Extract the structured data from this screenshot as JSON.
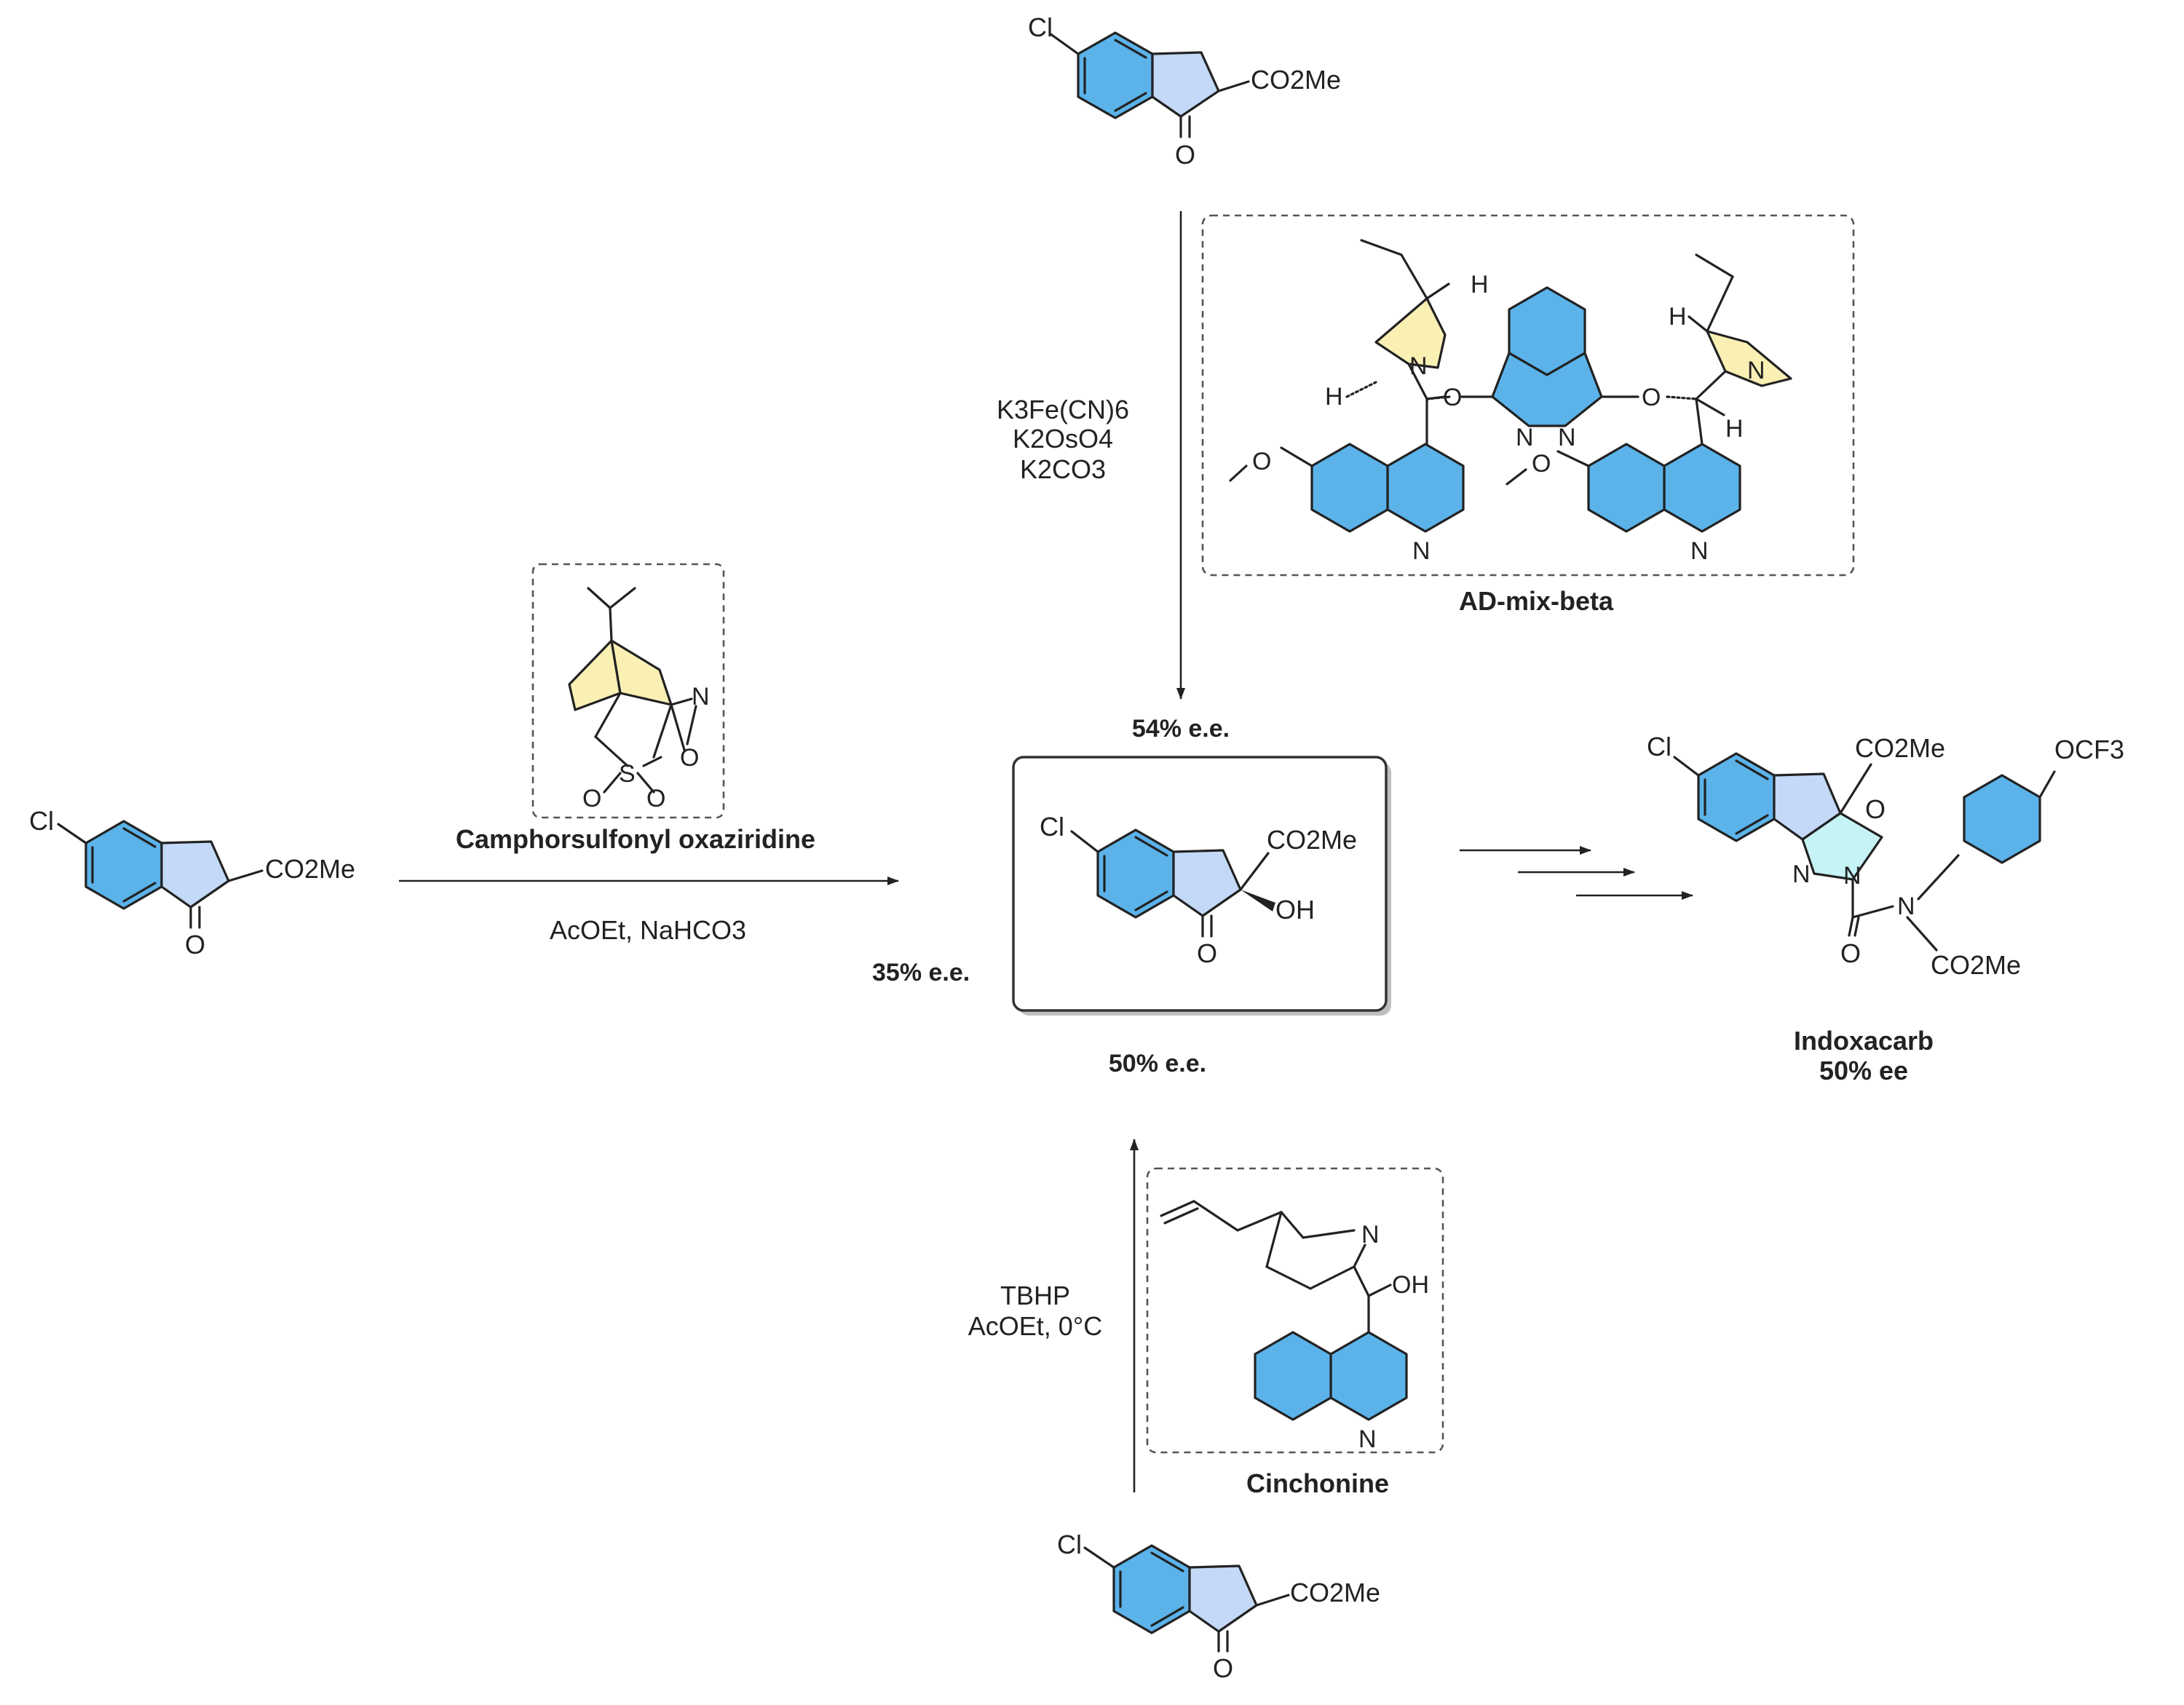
{
  "colors": {
    "benzene": "#5bb3ea",
    "five_ring": "#c3d9f7",
    "cage": "#faf0b4",
    "oxadiazine": "#c6f4f6"
  },
  "starting_material": {
    "cl": "Cl",
    "ester": "CO2Me",
    "ketone_o": "O"
  },
  "hydroxy_product": {
    "cl": "Cl",
    "ester": "CO2Me",
    "oh": "OH",
    "ketone_o": "O"
  },
  "indoxacarb": {
    "cl": "Cl",
    "ester_top": "CO2Me",
    "ring_o": "O",
    "ocf3": "OCF3",
    "n1": "N",
    "n2": "N",
    "n3": "N",
    "carbonyl_o": "O",
    "ester_bottom": "CO2Me",
    "name": "Indoxacarb",
    "ee": "50% ee"
  },
  "oxaziridine": {
    "n": "N",
    "o": "O",
    "s": "S",
    "so2_o1": "O",
    "so2_o2": "O",
    "name": "Camphorsulfonyl oxaziridine",
    "conditions": "AcOEt, NaHCO3",
    "ee": "35% e.e."
  },
  "ad_mix": {
    "reagents": [
      "K3Fe(CN)6",
      "K2OsO4",
      "K2CO3"
    ],
    "n_left": "N",
    "n_right": "N",
    "pyridazine_n1": "N",
    "pyridazine_n2": "N",
    "o_left": "O",
    "o_right": "O",
    "ome_left": "O",
    "ome_right": "O",
    "quin_n_left": "N",
    "quin_n_right": "N",
    "h1": "H",
    "h2": "H",
    "h3": "H",
    "h4": "H",
    "name": "AD-mix-beta",
    "ee": "54% e.e."
  },
  "cinchonine": {
    "n_cage": "N",
    "oh": "OH",
    "n_quin": "N",
    "name": "Cinchonine",
    "conditions": [
      "TBHP",
      "AcOEt, 0°C"
    ],
    "ee": "50% e.e."
  }
}
